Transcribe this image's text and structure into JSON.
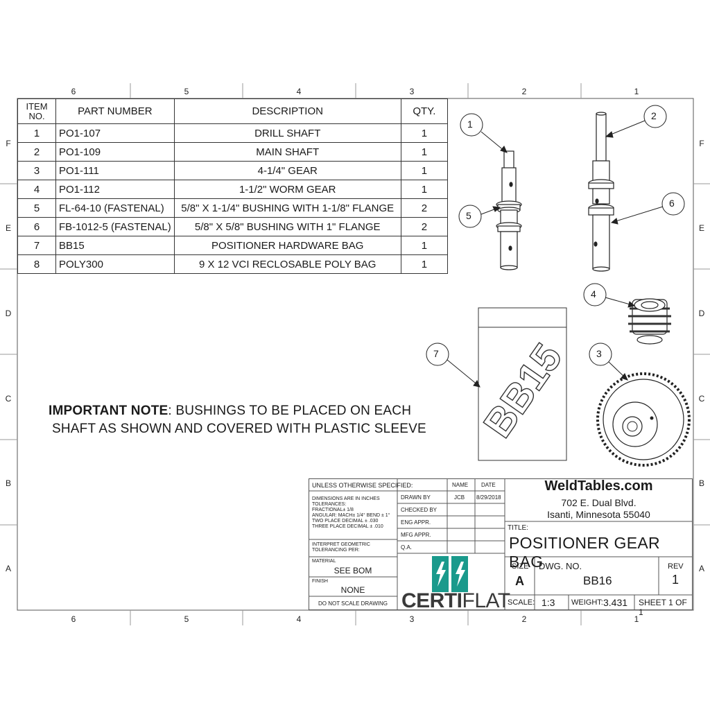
{
  "zones": {
    "columns": [
      "6",
      "5",
      "4",
      "3",
      "2",
      "1"
    ],
    "rows": [
      "F",
      "E",
      "D",
      "C",
      "B",
      "A"
    ]
  },
  "bom": {
    "headers": {
      "item": "ITEM\nNO.",
      "item_line1": "ITEM",
      "item_line2": "NO.",
      "part": "PART NUMBER",
      "desc": "DESCRIPTION",
      "qty": "QTY."
    },
    "rows": [
      {
        "item": "1",
        "part": "PO1-107",
        "desc": "DRILL SHAFT",
        "qty": "1"
      },
      {
        "item": "2",
        "part": "PO1-109",
        "desc": "MAIN SHAFT",
        "qty": "1"
      },
      {
        "item": "3",
        "part": "PO1-111",
        "desc": "4-1/4\" GEAR",
        "qty": "1"
      },
      {
        "item": "4",
        "part": "PO1-112",
        "desc": "1-1/2\" WORM GEAR",
        "qty": "1"
      },
      {
        "item": "5",
        "part": "FL-64-10 (FASTENAL)",
        "desc": "5/8\" X 1-1/4\" BUSHING WITH 1-1/8\" FLANGE",
        "qty": "2"
      },
      {
        "item": "6",
        "part": "FB-1012-5 (FASTENAL)",
        "desc": "5/8\" X 5/8\" BUSHING WITH 1\" FLANGE",
        "qty": "2"
      },
      {
        "item": "7",
        "part": "BB15",
        "desc": "POSITIONER HARDWARE BAG",
        "qty": "1"
      },
      {
        "item": "8",
        "part": "POLY300",
        "desc": "9 X 12 VCI RECLOSABLE POLY BAG",
        "qty": "1"
      }
    ]
  },
  "balloons": [
    "1",
    "2",
    "3",
    "4",
    "5",
    "6",
    "7"
  ],
  "bag_label": "BB15",
  "note": {
    "bold": "IMPORTANT NOTE",
    "line1_rest": ": BUSHINGS TO BE PLACED ON EACH",
    "line2": "SHAFT AS SHOWN AND COVERED WITH PLASTIC SLEEVE"
  },
  "title_block": {
    "unless": "UNLESS OTHERWISE SPECIFIED:",
    "name_hdr": "NAME",
    "date_hdr": "DATE",
    "dims": [
      "DIMENSIONS ARE IN INCHES",
      "TOLERANCES:",
      "FRACTIONAL± 1/8",
      "ANGULAR: MACH± 1/4° BEND ± 1°",
      "TWO PLACE DECIMAL    ± .030",
      "THREE PLACE DECIMAL   ± .010"
    ],
    "interpret": [
      "INTERPRET GEOMETRIC",
      "TOLERANCING PER:"
    ],
    "material_lbl": "MATERIAL",
    "material_val": "SEE BOM",
    "finish_lbl": "FINISH",
    "finish_val": "NONE",
    "do_not_scale": "DO NOT SCALE DRAWING",
    "drawn_by": "DRAWN BY",
    "drawn_name": "JCB",
    "drawn_date": "8/29/2018",
    "checked_by": "CHECKED BY",
    "eng_appr": "ENG APPR.",
    "mfg_appr": "MFG APPR.",
    "qa": "Q.A.",
    "company": "WeldTables.com",
    "address1": "702 E. Dual Blvd.",
    "address2": "Isanti, Minnesota 55040",
    "title_lbl": "TITLE:",
    "title_val": "POSITIONER GEAR BAG",
    "size_lbl": "SIZE",
    "size_val": "A",
    "dwg_lbl": "DWG.  NO.",
    "dwg_val": "BB16",
    "rev_lbl": "REV",
    "rev_val": "1",
    "scale_lbl": "SCALE:",
    "scale_val": "1:3",
    "weight_lbl": "WEIGHT:",
    "weight_val": "3.431",
    "sheet": "SHEET 1 OF 1",
    "logo_bold": "CERTI",
    "logo_thin": "FLAT"
  },
  "colors": {
    "logo_teal": "#1a9a8c",
    "line": "#333333"
  }
}
